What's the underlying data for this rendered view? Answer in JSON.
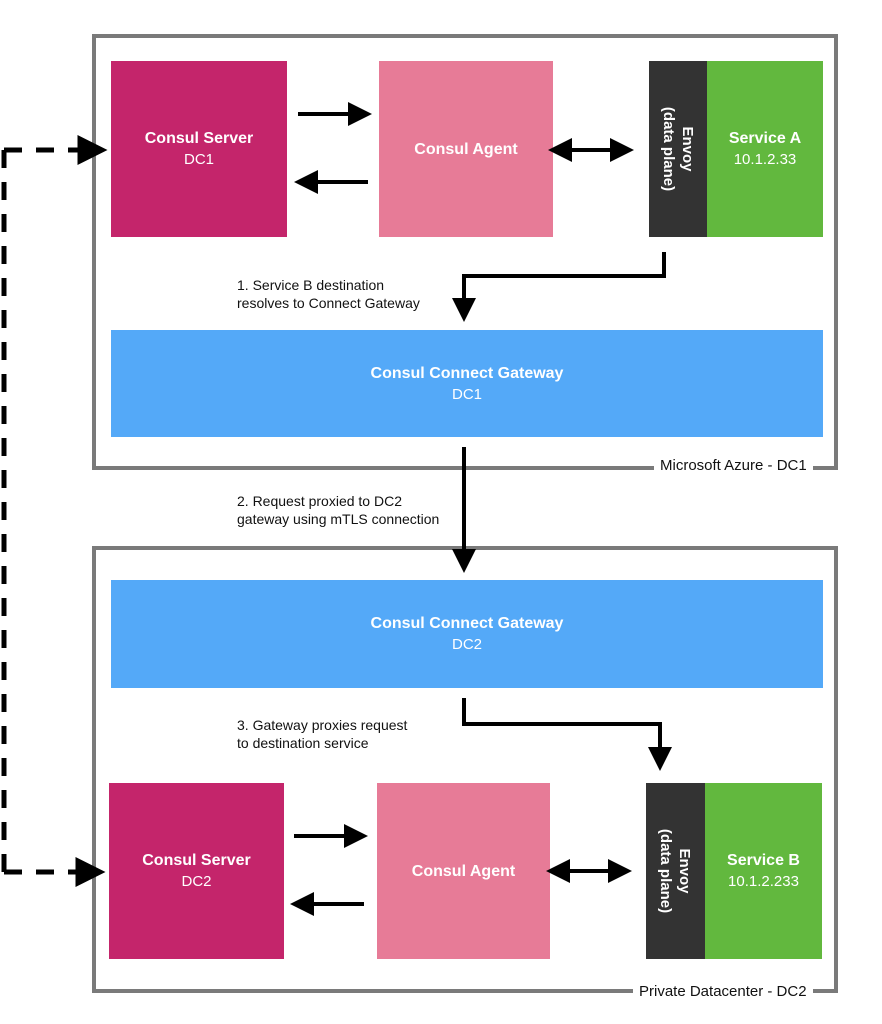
{
  "colors": {
    "server": "#c4256b",
    "agent": "#e77b97",
    "gateway": "#54a9f8",
    "service": "#62b83e",
    "envoy": "#333333",
    "frame": "#7a7a7a",
    "arrow": "#000000"
  },
  "dc1": {
    "frame_label": "Microsoft Azure - DC1",
    "server": {
      "title": "Consul Server",
      "sub": "DC1"
    },
    "agent": {
      "title": "Consul Agent"
    },
    "envoy": {
      "line1": "Envoy",
      "line2": "(data plane)"
    },
    "service": {
      "title": "Service A",
      "ip": "10.1.2.33"
    },
    "gateway": {
      "title": "Consul Connect Gateway",
      "sub": "DC1"
    }
  },
  "dc2": {
    "frame_label": "Private Datacenter - DC2",
    "server": {
      "title": "Consul Server",
      "sub": "DC2"
    },
    "agent": {
      "title": "Consul Agent"
    },
    "envoy": {
      "line1": "Envoy",
      "line2": "(data plane)"
    },
    "service": {
      "title": "Service B",
      "ip": "10.1.2.233"
    },
    "gateway": {
      "title": "Consul Connect Gateway",
      "sub": "DC2"
    }
  },
  "steps": [
    {
      "line1": "1. Service B destination",
      "line2": "resolves to Connect Gateway"
    },
    {
      "line1": "2. Request proxied to DC2",
      "line2": "gateway using mTLS connection"
    },
    {
      "line1": "3. Gateway proxies request",
      "line2": "to destination service"
    }
  ]
}
